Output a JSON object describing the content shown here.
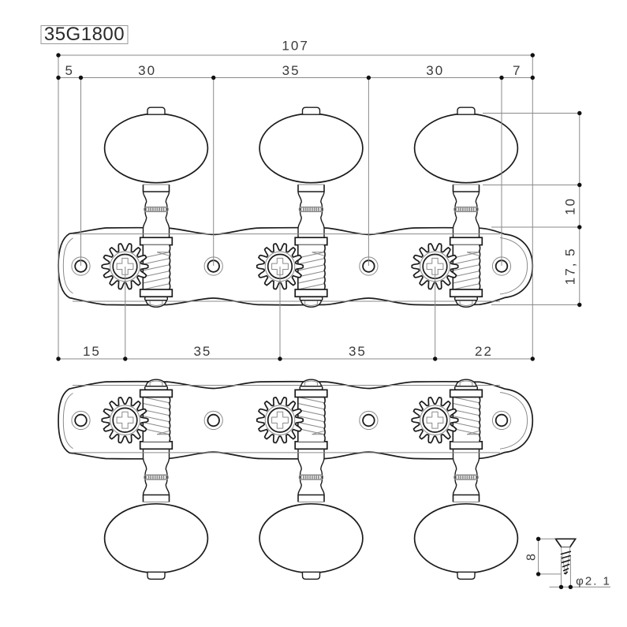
{
  "drawing": {
    "part_number": "35G1800",
    "subject": "classical guitar tuning machines, 3-per-side plate, dimensioned drawing",
    "views": [
      "front view (gear side up)",
      "back view (buttons down)",
      "mounting screw detail"
    ],
    "units_per_plate": 3,
    "screw_holes_per_plate": 4,
    "line_color": "#1c1c1c",
    "background_color": "#ffffff"
  },
  "dims": {
    "total": "107",
    "top": [
      "5",
      "30",
      "35",
      "30",
      "7"
    ],
    "bottom": [
      "15",
      "35",
      "35",
      "22"
    ],
    "side": [
      "10",
      "17, 5"
    ],
    "screw_len": "8",
    "screw_dia": "φ2. 1"
  }
}
